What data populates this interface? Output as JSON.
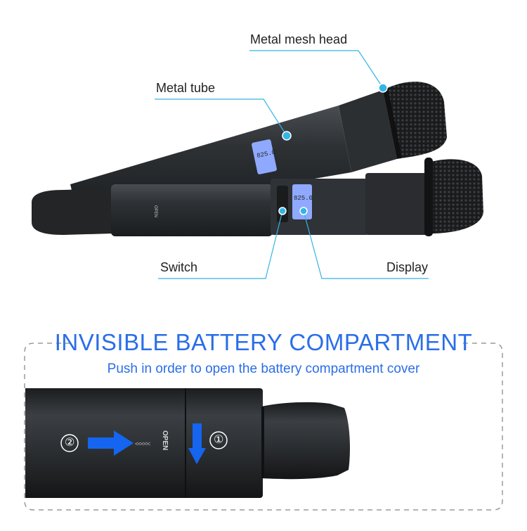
{
  "callouts": {
    "mesh_head": "Metal mesh head",
    "tube": "Metal tube",
    "switch": "Switch",
    "display": "Display"
  },
  "lcd": {
    "top_value": "825.0",
    "front_value": "825.0"
  },
  "handle_text": {
    "open": "OPEN",
    "arrows": "<<<<<"
  },
  "section": {
    "title": "INVISIBLE BATTERY COMPARTMENT",
    "subtitle": "Push in order to open the battery compartment cover"
  },
  "steps": {
    "first": "①",
    "second": "②"
  },
  "colors": {
    "accent_blue": "#2a6ee8",
    "callout_line": "#33b5e5",
    "mic_body": "#2b2e31",
    "lcd": "#8fa9ff",
    "arrow_blue": "#1565f0"
  }
}
